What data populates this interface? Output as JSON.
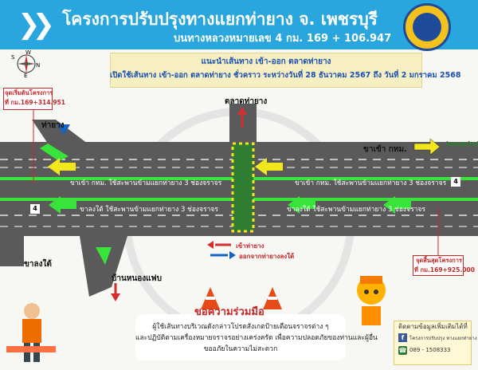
{
  "header": {
    "title": "โครงการปรับปรุงทางแยกท่ายาง จ. เพชรบุรี",
    "subtitle": "บนทางหลวงหมายเลข 4 กม. 169 + 106.947"
  },
  "notice": {
    "line1": "แนะนำเส้นทาง เข้า-ออก ตลาดท่ายาง",
    "line2": "เปิดใช้เส้นทาง เข้า-ออก ตลาดท่ายาง ชั่วคราว ระหว่างวันที่ 28 ธันวาคม 2567 ถึง วันที่ 2 มกราคม 2568"
  },
  "compass": {
    "n": "N",
    "w": "W",
    "e": "E",
    "s": "S"
  },
  "map": {
    "start_point": {
      "l1": "จุดเริ่มต้นโครงการ",
      "l2": "ที่ กม.169+314.951"
    },
    "end_point": {
      "l1": "จุดสิ้นสุดโครงการ",
      "l2": "ที่ กม.169+925.000"
    },
    "place_thayang": "ท่ายาง",
    "place_market": "ตลาดท่ายาง",
    "place_khaolong": "ขาลงใต้",
    "place_baannong": "บ้านหนองแฟบ",
    "direction_bkk": "ขาเข้า กทม.",
    "route_sign": "4",
    "lane_in_left": "ขาเข้า กทม. ใช้สะพานข้ามแยกท่ายาง 3 ช่องจราจร",
    "lane_in_right": "ขาเข้า กทม. ใช้สะพานข้ามแยกท่ายาง 3 ช่องจราจร",
    "lane_out_left": "ขาลงใต้ ใช้สะพานข้ามแยกท่ายาง 3 ช่องจราจร",
    "lane_out_right": "ขาลงใต้ ใช้สะพานข้ามแยกท่ายาง 3 ช่องจราจร",
    "brand": "bangchak"
  },
  "legend": {
    "enter": "เข้าท่ายาง",
    "exit": "ออกจากท่ายางลงใต้",
    "enter_color": "#d32f2f",
    "exit_color": "#1565c0"
  },
  "cooperation": {
    "title": "ขอความร่วมมือ",
    "l1": "ผู้ใช้เส้นทางบริเวณดังกล่าวโปรดสังเกตป้ายเตือนจราจรต่าง ๆ",
    "l2": "และปฏิบัติตามเครื่องหมายจราจรอย่างเคร่งครัด เพื่อความปลอดภัยของท่านและผู้อื่น",
    "l3": "ขออภัยในความไม่สะดวก"
  },
  "contact": {
    "title": "ติดตามข้อมูลเพิ่มเติมได้ที่",
    "facebook": "โครงการปรับปรุง ทางแยกท่ายาง",
    "phone": "089 - 1508333"
  },
  "colors": {
    "header": "#29a6dd",
    "road": "#5a5a5a",
    "lane_green": "#39e43a",
    "arrow_yellow": "#f2e71c",
    "arrow_green": "#34e33a"
  }
}
